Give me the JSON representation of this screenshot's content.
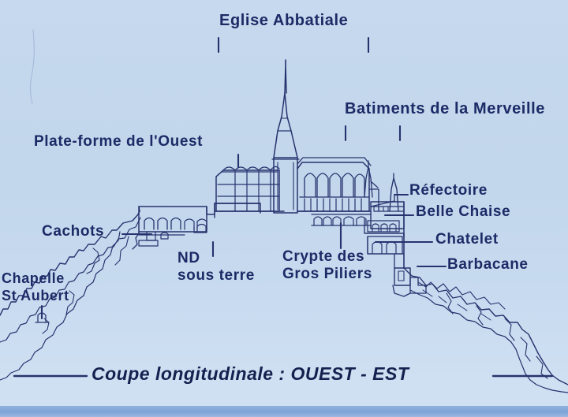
{
  "figure": {
    "subject": "Mont Saint-Michel abbey cross-section",
    "caption": "Coupe longitudinale : OUEST - EST",
    "ink_color": "#1c2a66",
    "paper_color": "#c6d9ee",
    "band_color": "#7ea4d8"
  },
  "labels": {
    "eglise_abbatiale": "Eglise Abbatiale",
    "batiments_merveille": "Batiments de la Merveille",
    "plate_forme_ouest": "Plate-forme de l'Ouest",
    "refectoire": "Réfectoire",
    "belle_chaise": "Belle Chaise",
    "chatelet": "Chatelet",
    "barbacane": "Barbacane",
    "cachots": "Cachots",
    "nd_line1": "ND",
    "nd_line2": "sous terre",
    "crypte_line1": "Crypte des",
    "crypte_line2": "Gros Piliers",
    "chapelle_line1": "Chapelle",
    "chapelle_line2": "St Aubert"
  }
}
